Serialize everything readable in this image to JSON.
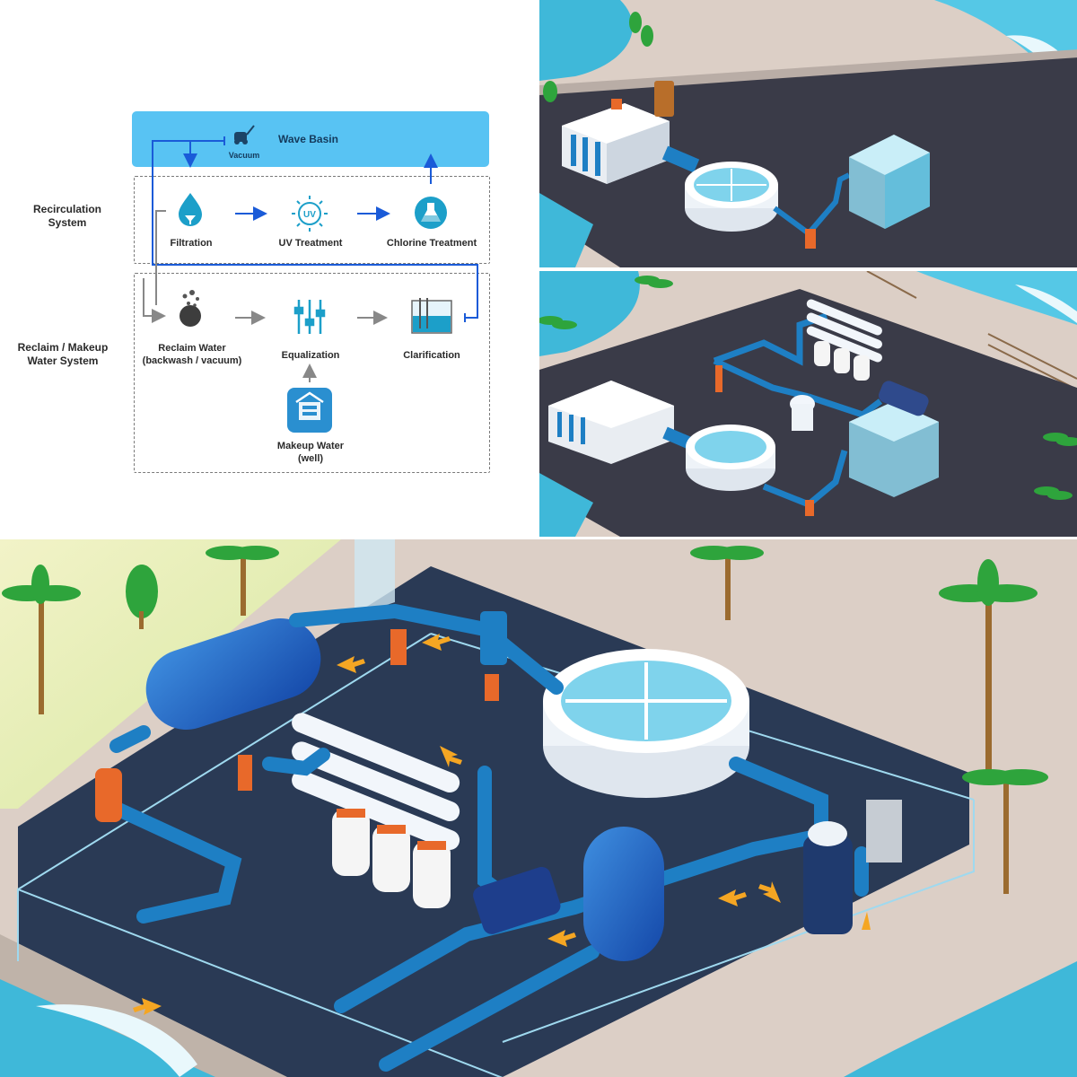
{
  "diagram": {
    "basin_title": "Wave Basin",
    "vacuum_label": "Vacuum",
    "recirculation_label": "Recirculation System",
    "reclaim_label": "Reclaim / Makeup Water System",
    "nodes": {
      "filtration": "Filtration",
      "uv": "UV Treatment",
      "uv_icon_text": "UV",
      "chlorine": "Chlorine Treatment",
      "reclaim": "Reclaim Water (backwash / vacuum)",
      "equalization": "Equalization",
      "clarification": "Clarification",
      "makeup": "Makeup Water (well)"
    }
  },
  "colors": {
    "flow_blue": "#1a5bd8",
    "basin_blue": "#58c3f3",
    "icon_teal": "#1c9fc9",
    "gray_flow": "#888888",
    "pavement": "#3a3b48",
    "sand": "#dccfc6",
    "water": "#3fb8d9",
    "pipe": "#1e7fc4",
    "orange_valve": "#e8692a"
  },
  "icons": [
    "vacuum-icon",
    "filtration-drop-icon",
    "uv-icon",
    "chlorine-flask-icon",
    "reclaim-water-icon",
    "equalization-sliders-icon",
    "clarification-tank-icon",
    "makeup-well-icon",
    "palm-tree-icon",
    "wave-icon"
  ]
}
